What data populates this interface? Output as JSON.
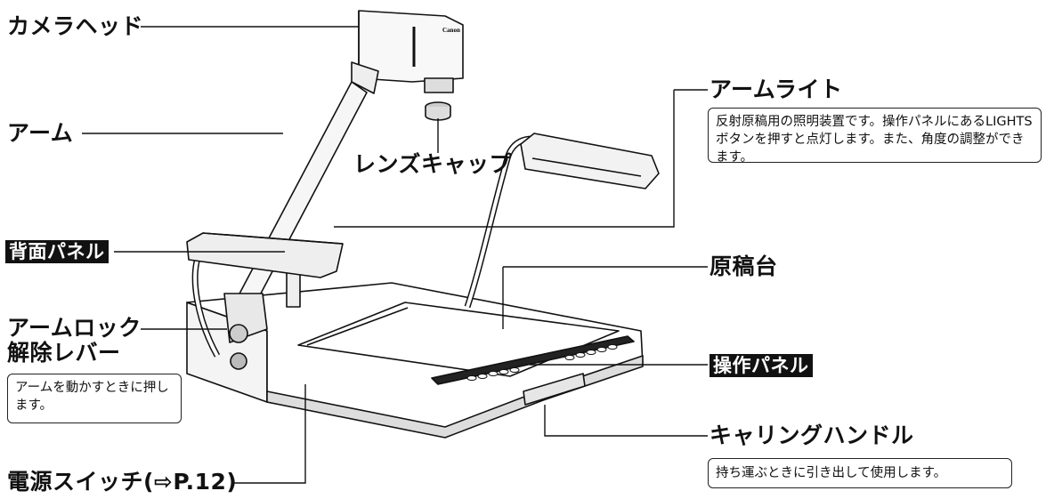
{
  "labels": {
    "camera_head": "カメラヘッド",
    "arm": "アーム",
    "lens_cap": "レンズキャップ",
    "back_panel": "背面パネル",
    "arm_lock_line1": "アームロック",
    "arm_lock_line2": "解除レバー",
    "power_switch": "電源スイッチ(⇨P.12)",
    "arm_light": "アームライト",
    "document_stage": "原稿台",
    "control_panel": "操作パネル",
    "carrying_handle": "キャリングハンドル"
  },
  "notes": {
    "arm_light": "反射原稿用の照明装置です。操作パネルにあるLIGHTSボタンを押すと点灯します。また、角度の調整ができます。",
    "arm_lock": "アームを動かすときに押します。",
    "carrying_handle": "持ち運ぶときに引き出して使用します。"
  },
  "device": {
    "brand": "Canon",
    "logo_text": "Canon"
  }
}
